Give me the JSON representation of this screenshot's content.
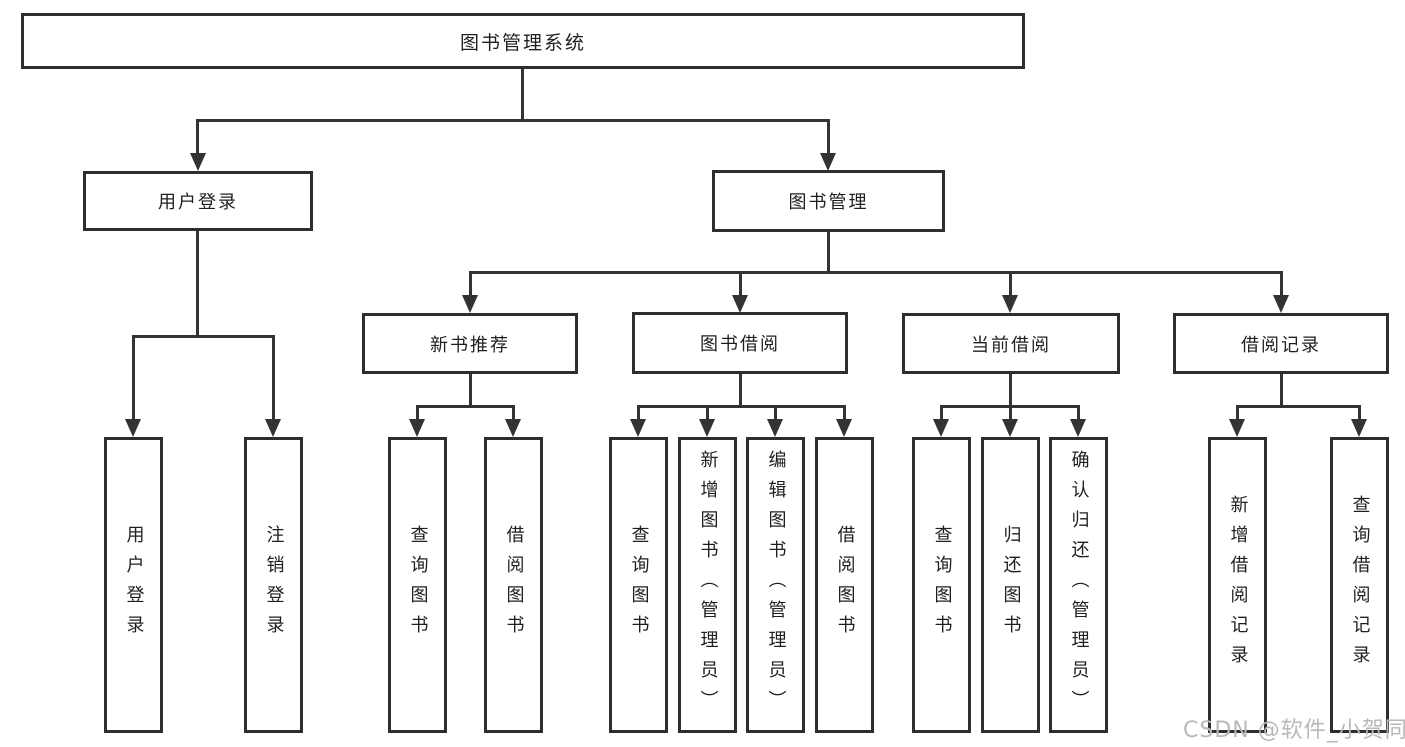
{
  "colors": {
    "line": "#333333",
    "box_border": "#2e2e2e",
    "text": "#1f1f1f",
    "watermark": "#b9b9b9",
    "background": "#ffffff"
  },
  "root": {
    "label": "图书管理系统"
  },
  "level2": {
    "user_login": {
      "label": "用户登录"
    },
    "book_mgmt": {
      "label": "图书管理"
    }
  },
  "level3": {
    "new_books": {
      "label": "新书推荐"
    },
    "book_borrow": {
      "label": "图书借阅"
    },
    "current_borrow": {
      "label": "当前借阅"
    },
    "borrow_records": {
      "label": "借阅记录"
    }
  },
  "leaves": {
    "user_login": {
      "label": "用户登录"
    },
    "logout": {
      "label": "注销登录"
    },
    "nb_query_books": {
      "label": "查询图书"
    },
    "nb_borrow_books": {
      "label": "借阅图书"
    },
    "bb_query_books": {
      "label": "查询图书"
    },
    "bb_add_books": {
      "label": "新增图书（管理员）"
    },
    "bb_edit_books": {
      "label": "编辑图书（管理员）"
    },
    "bb_borrow_books": {
      "label": "借阅图书"
    },
    "cb_query_books": {
      "label": "查询图书"
    },
    "cb_return_books": {
      "label": "归还图书"
    },
    "cb_confirm_return": {
      "label": "确认归还（管理员）"
    },
    "br_add_record": {
      "label": "新增借阅记录"
    },
    "br_query_record": {
      "label": "查询借阅记录"
    }
  },
  "watermark": {
    "text": "CSDN @软件_小贺同学"
  }
}
